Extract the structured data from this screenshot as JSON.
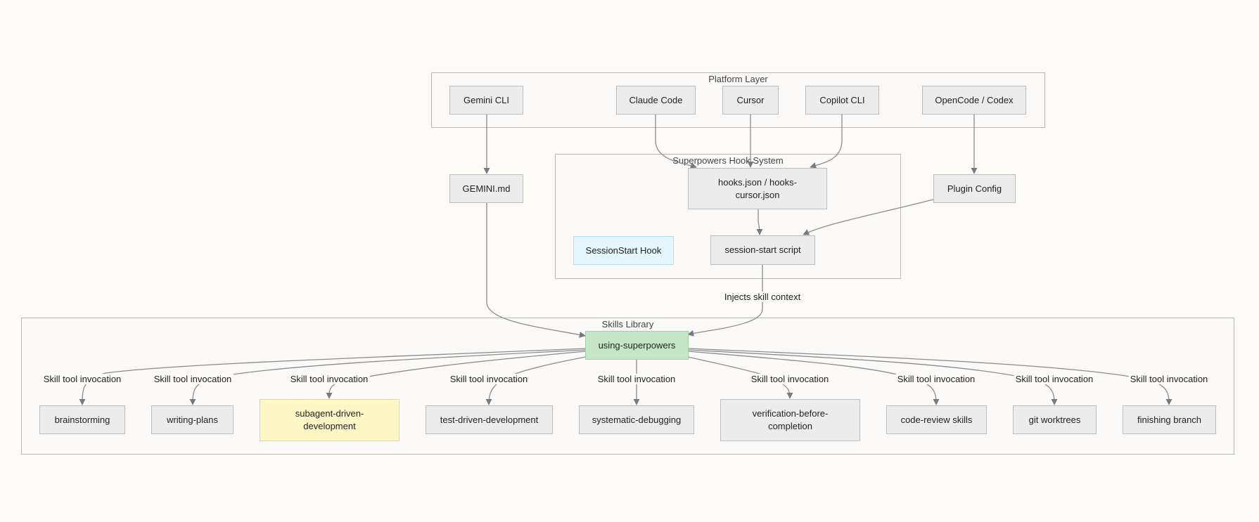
{
  "clusters": {
    "platform": "Platform Layer",
    "hook": "Superpowers Hook System",
    "skills": "Skills Library"
  },
  "nodes": {
    "gemini_cli": "Gemini CLI",
    "claude_code": "Claude Code",
    "cursor": "Cursor",
    "copilot_cli": "Copilot CLI",
    "opencode": "OpenCode / Codex",
    "gemini_md": "GEMINI.md",
    "hooks_json": "hooks.json / hooks-cursor.json",
    "plugin_config": "Plugin Config",
    "sessionstart_hook": "SessionStart Hook",
    "session_script": "session-start script",
    "using_superpowers": "using-superpowers",
    "brainstorming": "brainstorming",
    "writing_plans": "writing-plans",
    "subagent": "subagent-driven-development",
    "tdd": "test-driven-development",
    "debugging": "systematic-debugging",
    "verification": "verification-before-completion",
    "code_review": "code-review skills",
    "git_worktrees": "git worktrees",
    "finishing": "finishing branch"
  },
  "edge_labels": {
    "injects": "Injects skill context",
    "skill_tool": "Skill tool invocation"
  },
  "colors": {
    "background": "#fcfbf8",
    "node": "#ececec",
    "sessionstart_hook": "#e3f5fd",
    "using_superpowers": "#c5e7c7",
    "subagent": "#fff8c6",
    "edge": "#8c8c8c"
  }
}
